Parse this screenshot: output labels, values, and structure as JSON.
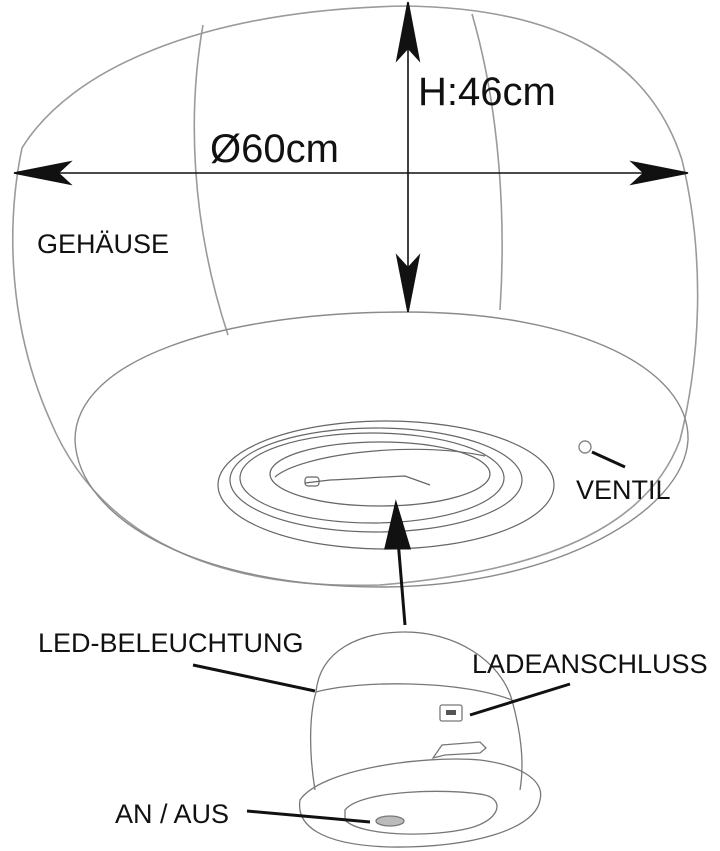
{
  "diagram": {
    "dimensions": {
      "diameter": "Ø60cm",
      "height": "H:46cm"
    },
    "labels": {
      "housing": "GEHÄUSE",
      "valve": "VENTIL",
      "led": "LED-BELEUCHTUNG",
      "charging_port": "LADEANSCHLUSS",
      "on_off": "AN / AUS"
    },
    "colors": {
      "outline": "#9a9a9a",
      "ink": "#111111",
      "background": "#ffffff"
    }
  }
}
